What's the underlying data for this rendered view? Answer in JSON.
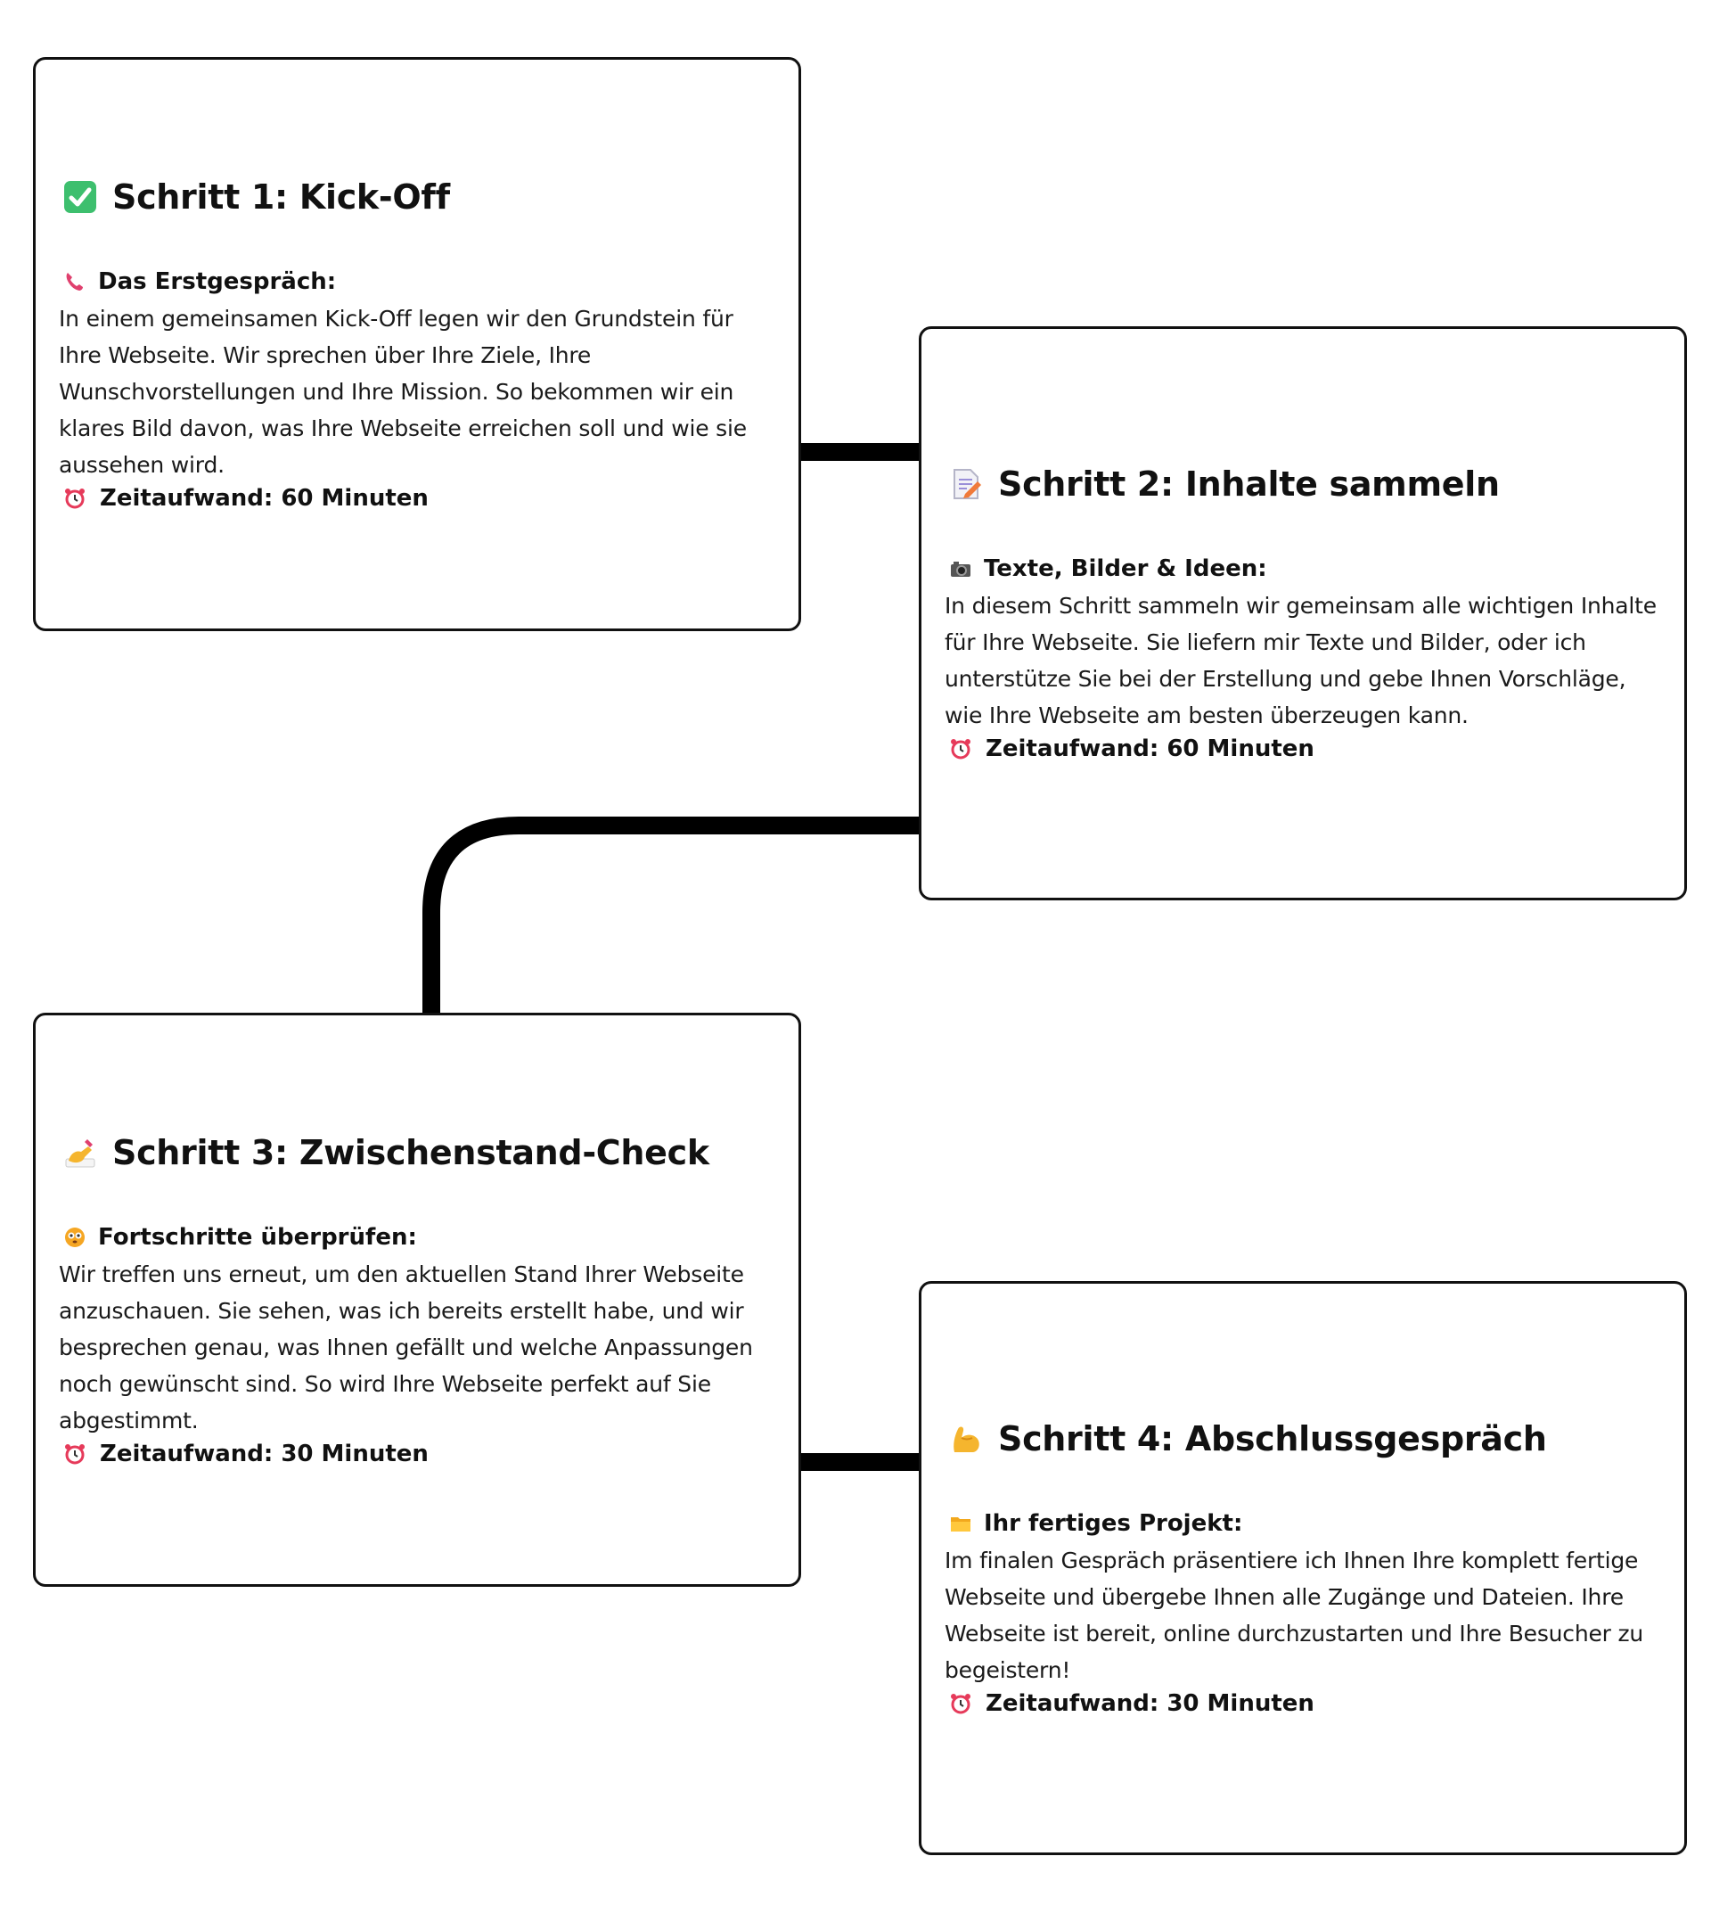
{
  "steps": [
    {
      "title": "Schritt 1: Kick-Off",
      "title_icon": "check-mark-icon",
      "subtitle": "Das Erstgespräch:",
      "subtitle_icon": "telephone-icon",
      "body": "In einem gemeinsamen Kick-Off legen wir den Grundstein für Ihre Webseite. Wir sprechen über Ihre Ziele, Ihre Wunschvorstellungen und Ihre Mission. So bekommen wir ein klares Bild davon, was Ihre Webseite erreichen soll und wie sie aussehen wird.",
      "time": "Zeitaufwand: 60 Minuten",
      "time_icon": "alarm-clock-icon"
    },
    {
      "title": "Schritt 2: Inhalte sammeln",
      "title_icon": "memo-icon",
      "subtitle": "Texte, Bilder & Ideen:",
      "subtitle_icon": "camera-icon",
      "body": "In diesem Schritt sammeln wir gemeinsam alle wichtigen Inhalte für Ihre Webseite. Sie liefern mir Texte und Bilder, oder ich unterstütze Sie bei der Erstellung und gebe Ihnen Vorschläge, wie Ihre Webseite am besten überzeugen kann.",
      "time": "Zeitaufwand: 60 Minuten",
      "time_icon": "alarm-clock-icon"
    },
    {
      "title": "Schritt 3: Zwischenstand-Check",
      "title_icon": "writing-hand-icon",
      "subtitle": "Fortschritte überprüfen:",
      "subtitle_icon": "flushed-face-icon",
      "body": "Wir treffen uns erneut, um den aktuellen Stand Ihrer Webseite anzuschauen. Sie sehen, was ich bereits erstellt habe, und wir besprechen genau, was Ihnen gefällt und welche Anpassungen noch gewünscht sind. So wird Ihre Webseite perfekt auf Sie abgestimmt.",
      "time": "Zeitaufwand: 30 Minuten",
      "time_icon": "alarm-clock-icon"
    },
    {
      "title": "Schritt 4: Abschlussgespräch",
      "title_icon": "flexed-biceps-icon",
      "subtitle": "Ihr fertiges Projekt:",
      "subtitle_icon": "folder-icon",
      "body": "Im finalen Gespräch präsentiere ich Ihnen Ihre komplett fertige Webseite und übergebe Ihnen alle Zugänge und Dateien. Ihre Webseite ist bereit, online durchzustarten und Ihre Besucher zu begeistern!",
      "time": "Zeitaufwand: 30 Minuten",
      "time_icon": "alarm-clock-icon"
    }
  ],
  "colors": {
    "border": "#111111",
    "connector": "#000000",
    "background": "#ffffff"
  }
}
